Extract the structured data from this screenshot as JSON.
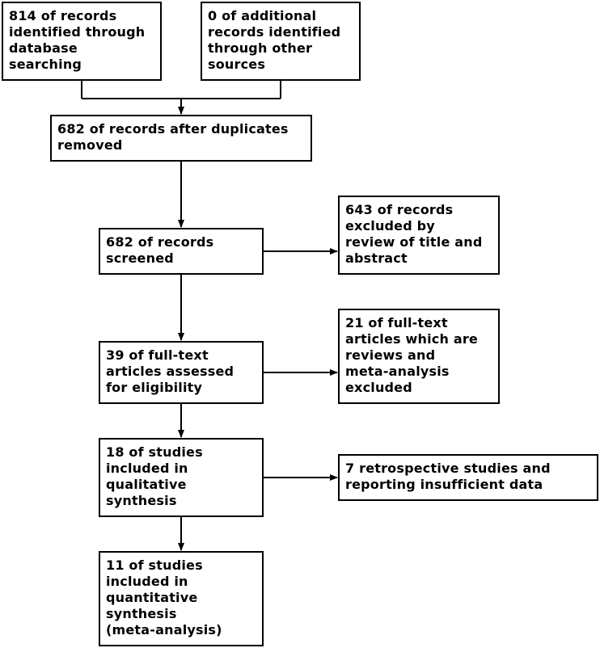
{
  "flowchart": {
    "records_database": "814 of records\nidentified through\ndatabase\nsearching",
    "records_other": "0 of additional\nrecords identified\nthrough other\nsources",
    "after_duplicates": "682 of records after duplicates\nremoved",
    "screened": "682 of records\nscreened",
    "excluded_title_abstract": "643 of records\nexcluded by\nreview of title and\nabstract",
    "fulltext_assessed": "39 of full-text\narticles assessed\nfor eligibility",
    "excluded_reviews": "21 of full-text\narticles which are\nreviews and\nmeta-analysis\nexcluded",
    "qualitative": "18 of studies\nincluded in\nqualitative\nsynthesis",
    "retrospective_excluded": "7 retrospective studies and\nreporting insufficient data",
    "quantitative": "11 of studies\nincluded in\nquantitative\nsynthesis\n(meta-analysis)"
  },
  "colors": {
    "line": "#000000",
    "box_border": "#000000",
    "background": "#ffffff"
  }
}
